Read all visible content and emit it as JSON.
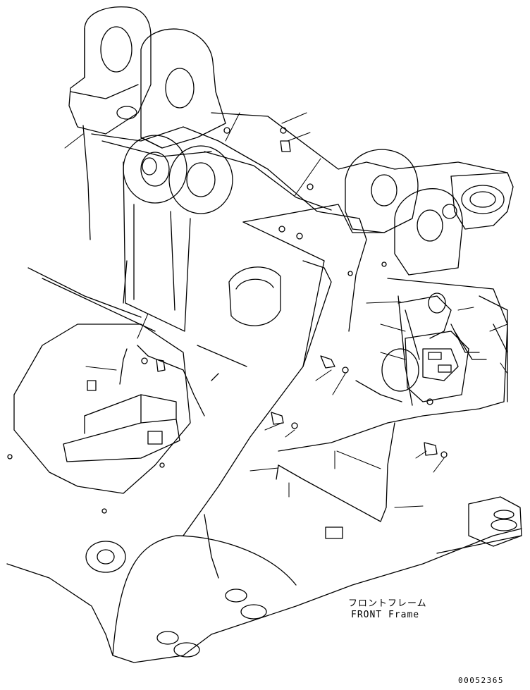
{
  "diagram": {
    "caption_jp": "フロントフレーム",
    "caption_en": "FRONT Frame",
    "drawing_number": "00052365",
    "line_color": "#000000",
    "background": "#ffffff"
  }
}
